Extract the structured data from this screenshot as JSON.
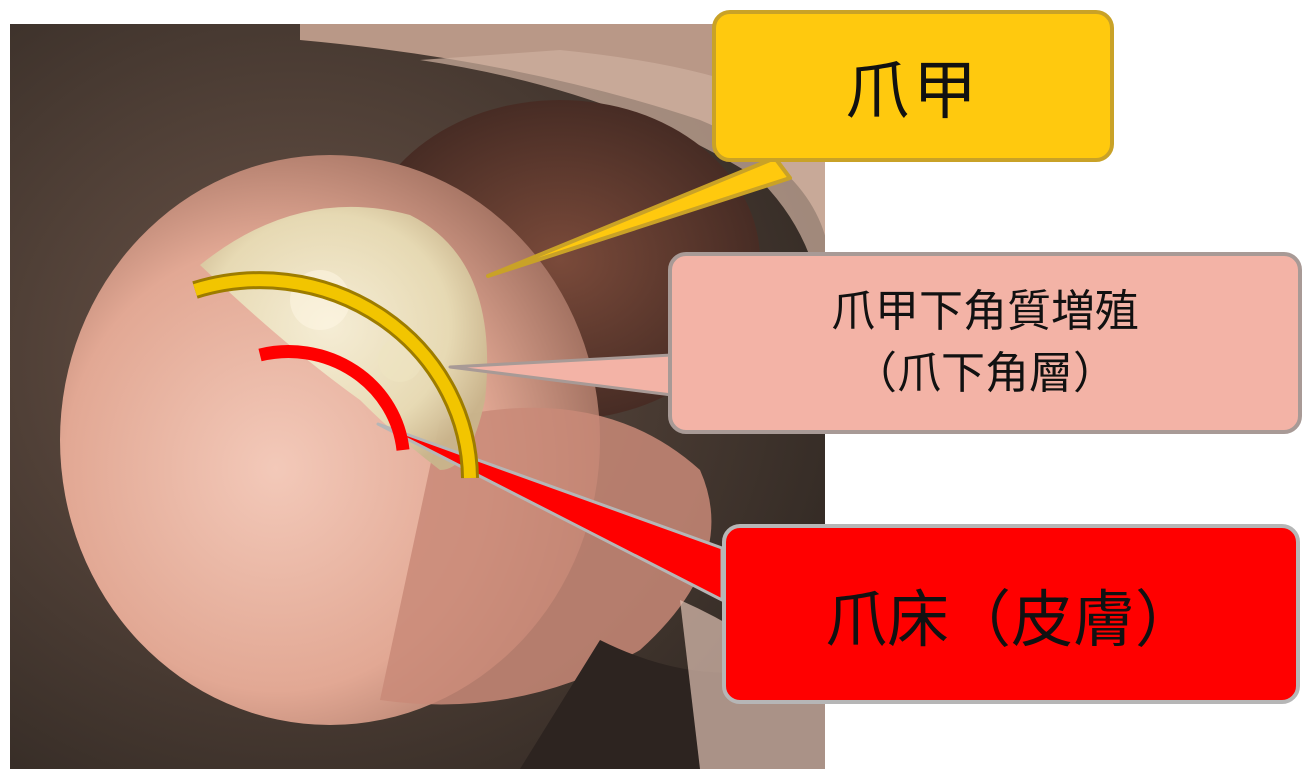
{
  "labels": {
    "nail": "爪甲",
    "hyperkeratosis_line1": "爪甲下角質増殖",
    "hyperkeratosis_line2": "（爪下角層）",
    "nail_bed": "爪床（皮膚）"
  },
  "colors": {
    "nail_arc": "#f2c500",
    "nail_bed_arc": "#ff0000",
    "nail_box": "#ffc90e",
    "hyperkeratosis_box": "#f3b3a6",
    "nail_bed_box": "#ff0000"
  }
}
